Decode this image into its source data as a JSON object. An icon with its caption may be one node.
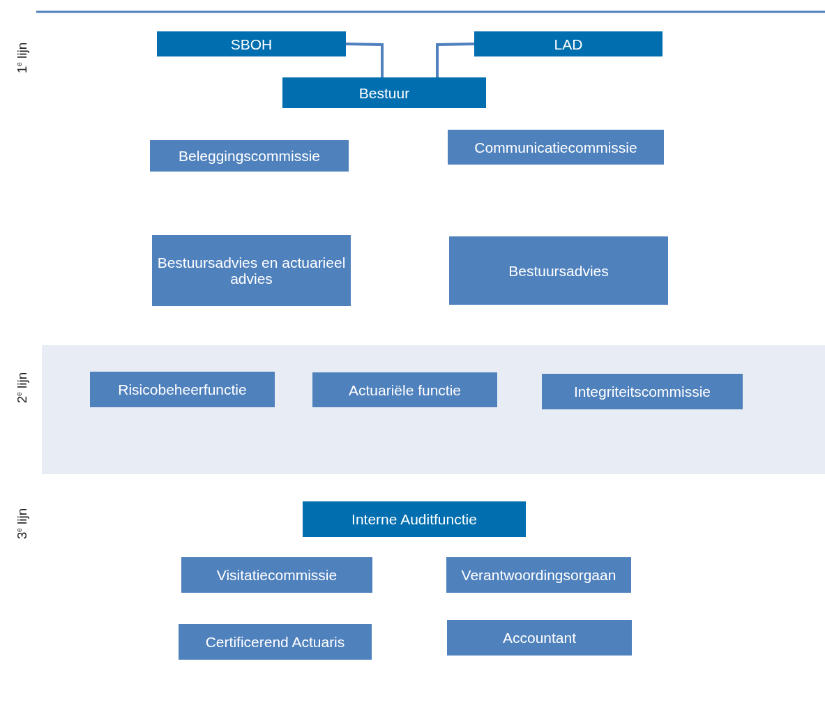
{
  "diagram": {
    "nodes": [
      {
        "text": [
          "SBOH"
        ]
      },
      {
        "text": [
          "LAD"
        ]
      },
      {
        "text": [
          "Bestuur"
        ]
      },
      {
        "text": [
          "Beleggingscommissie"
        ]
      },
      {
        "text": [
          "Communicatiecommissie"
        ]
      },
      {
        "text": [
          "Bestuursadvies en actuarieel advies"
        ]
      },
      {
        "text": [
          "Bestuursadvies"
        ]
      },
      {
        "text": [],
        "shape": "band"
      },
      {
        "text": [
          "Risicobeheerfunctie"
        ],
        "in": 7
      },
      {
        "text": [
          "Actuariële functie"
        ],
        "in": 7
      },
      {
        "text": [
          "Integriteitscommissie"
        ],
        "in": 7
      },
      {
        "text": [
          "Interne Auditfunctie"
        ]
      },
      {
        "text": [
          "Visitatiecommissie"
        ]
      },
      {
        "text": [
          "Verantwoordingsorgaan"
        ]
      },
      {
        "text": [
          "Certificerend Actuaris"
        ]
      },
      {
        "text": [
          "Accountant"
        ]
      }
    ],
    "edges": [
      {
        "from": 0,
        "to": 2,
        "arrow": "none"
      },
      {
        "from": 1,
        "to": 2,
        "arrow": "none"
      }
    ],
    "labels": [
      "1$^{e}$ lijn",
      "2$^{e}$ lijn",
      "3$^{e}$ lijn"
    ]
  }
}
